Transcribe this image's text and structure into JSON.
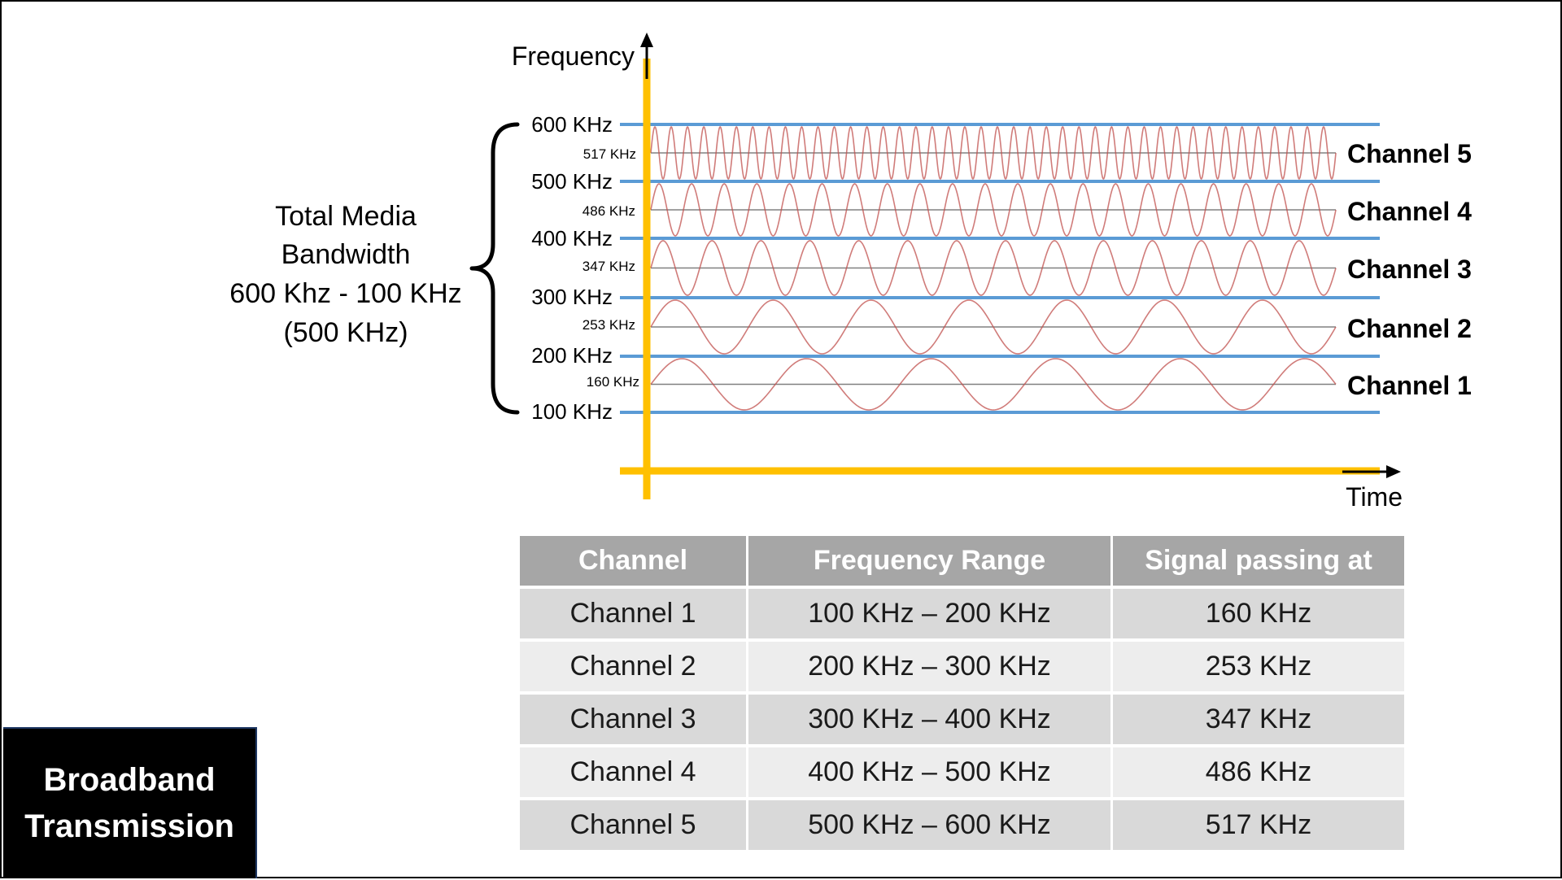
{
  "diagram": {
    "y_axis_label": "Frequency",
    "x_axis_label": "Time",
    "freq_labels": [
      "600 KHz",
      "500 KHz",
      "400 KHz",
      "300 KHz",
      "200 KHz",
      "100 KHz"
    ],
    "total_bandwidth": {
      "line1": "Total Media",
      "line2": "Bandwidth",
      "line3": "600 Khz - 100 KHz",
      "line4": "(500 KHz)"
    },
    "channels": [
      {
        "name": "Channel 5",
        "signal": "517 KHz",
        "cycles": 42
      },
      {
        "name": "Channel 4",
        "signal": "486 KHz",
        "cycles": 21
      },
      {
        "name": "Channel 3",
        "signal": "347 KHz",
        "cycles": 14
      },
      {
        "name": "Channel 2",
        "signal": "253 KHz",
        "cycles": 7
      },
      {
        "name": "Channel 1",
        "signal": "160 KHz",
        "cycles": 5.5
      }
    ],
    "colors": {
      "axis": "#ffc000",
      "band_line": "#5b9bd5",
      "wave": "#c0504d",
      "center_line": "#808080",
      "arrow": "#000000"
    }
  },
  "table": {
    "headers": [
      "Channel",
      "Frequency Range",
      "Signal passing at"
    ],
    "rows": [
      [
        "Channel 1",
        "100 KHz – 200 KHz",
        "160 KHz"
      ],
      [
        "Channel 2",
        "200 KHz – 300 KHz",
        "253 KHz"
      ],
      [
        "Channel 3",
        "300 KHz – 400 KHz",
        "347 KHz"
      ],
      [
        "Channel 4",
        "400 KHz – 500 KHz",
        "486 KHz"
      ],
      [
        "Channel 5",
        "500 KHz – 600 KHz",
        "517 KHz"
      ]
    ]
  },
  "title": {
    "line1": "Broadband",
    "line2": "Transmission"
  }
}
